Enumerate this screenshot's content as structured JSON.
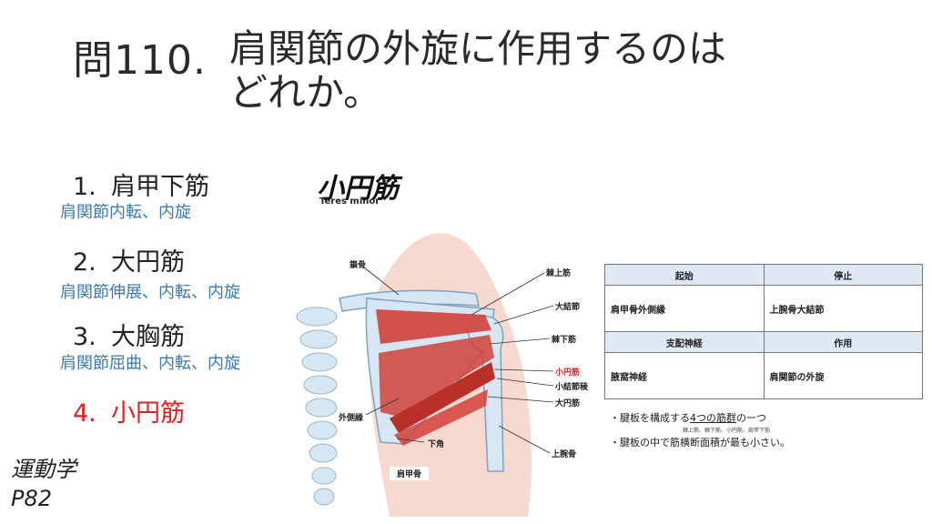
{
  "question": {
    "number": "問110.",
    "text_line1": "肩関節の外旋に作用するのは",
    "text_line2": "どれか。"
  },
  "options": [
    {
      "num": "1.",
      "label": "肩甲下筋",
      "note": "肩関節内転、内旋"
    },
    {
      "num": "2.",
      "label": "大円筋",
      "note": "肩関節伸展、内転、内旋"
    },
    {
      "num": "3.",
      "label": "大胸筋",
      "note": "肩関節屈曲、内転、内旋"
    },
    {
      "num": "4.",
      "label": "小円筋",
      "note": ""
    }
  ],
  "reference": {
    "line1": "運動学",
    "line2": "P82"
  },
  "figure": {
    "title": "小円筋",
    "subtitle": "Teres minor",
    "labels": {
      "clavicle": "鎖骨",
      "supraspinatus": "棘上筋",
      "greater_tubercle": "大結節",
      "infraspinatus": "棘下筋",
      "teres_minor": "小円筋",
      "lesser_tubercle_crest": "小結節稜",
      "teres_major": "大円筋",
      "lateral_border": "外側縁",
      "inferior_angle": "下角",
      "humerus": "上腕骨",
      "scapula": "肩甲骨"
    }
  },
  "info_table": {
    "origin_header": "起始",
    "insertion_header": "停止",
    "origin": "肩甲骨外側縁",
    "insertion": "上腕骨大結節",
    "nerve_header": "支配神経",
    "action_header": "作用",
    "nerve": "腋窩神経",
    "action": "肩関節の外旋"
  },
  "notes": {
    "line1_prefix": "・腱板を構成する",
    "line1_u1": "4つの",
    "line1_u2": "筋群",
    "line1_suffix": "の一つ",
    "line1_small": "棘上筋、棘下筋、小円筋、肩甲下筋",
    "line2": "・腱板の中で筋横断面積が最も小さい。"
  },
  "colors": {
    "accent_red": "#e02020",
    "note_blue": "#3a7ab0",
    "table_header": "#dfe8f5",
    "muscle": "#d0413a",
    "skin": "#f8d9cf",
    "bone": "#d6e6f2"
  }
}
